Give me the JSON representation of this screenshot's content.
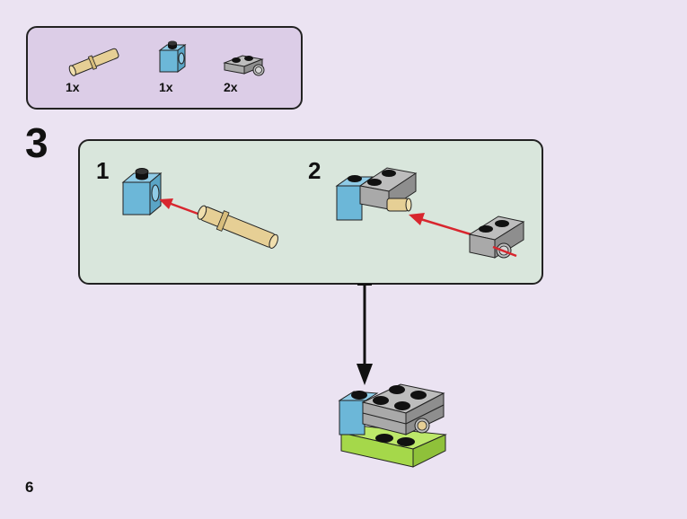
{
  "page": {
    "number": "6"
  },
  "parts_list": {
    "items": [
      {
        "part": "tan-long-pin",
        "quantity": "1x",
        "color": "#e6cf95"
      },
      {
        "part": "medium-azure-technic-brick-1x1",
        "color": "#6cb7d8",
        "quantity": "1x"
      },
      {
        "part": "light-gray-plate-with-hole",
        "color": "#a9a9a9",
        "quantity": "2x"
      }
    ]
  },
  "step": {
    "number": "3",
    "substeps": [
      {
        "number": "1"
      },
      {
        "number": "2"
      }
    ]
  },
  "colors": {
    "background": "#ebe3f2",
    "parts_box": "#dccde7",
    "substep_box": "#d9e6dc",
    "arrow": "#d8262e",
    "tan": "#e6cf95",
    "azure": "#6cb7d8",
    "gray": "#a9a9a9",
    "lime": "#a5d84a"
  }
}
